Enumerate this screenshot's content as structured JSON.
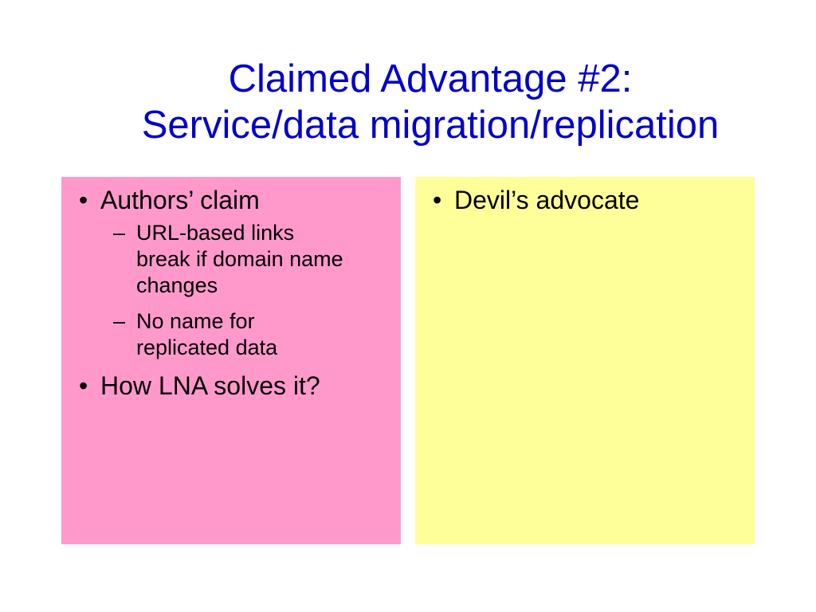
{
  "slide": {
    "title_line1": "Claimed Advantage #2:",
    "title_line2": "Service/data migration/replication"
  },
  "left_panel": {
    "color": "#ff99cc",
    "bullets": [
      {
        "text": "Authors’ claim",
        "sub": [
          "URL-based links break if domain name changes",
          "No name for replicated data"
        ]
      },
      {
        "text": "How LNA solves it?"
      }
    ]
  },
  "right_panel": {
    "color": "#ffff99",
    "bullets": [
      {
        "text": "Devil’s advocate"
      }
    ]
  },
  "glyphs": {
    "bullet": "•",
    "dash": "–"
  }
}
